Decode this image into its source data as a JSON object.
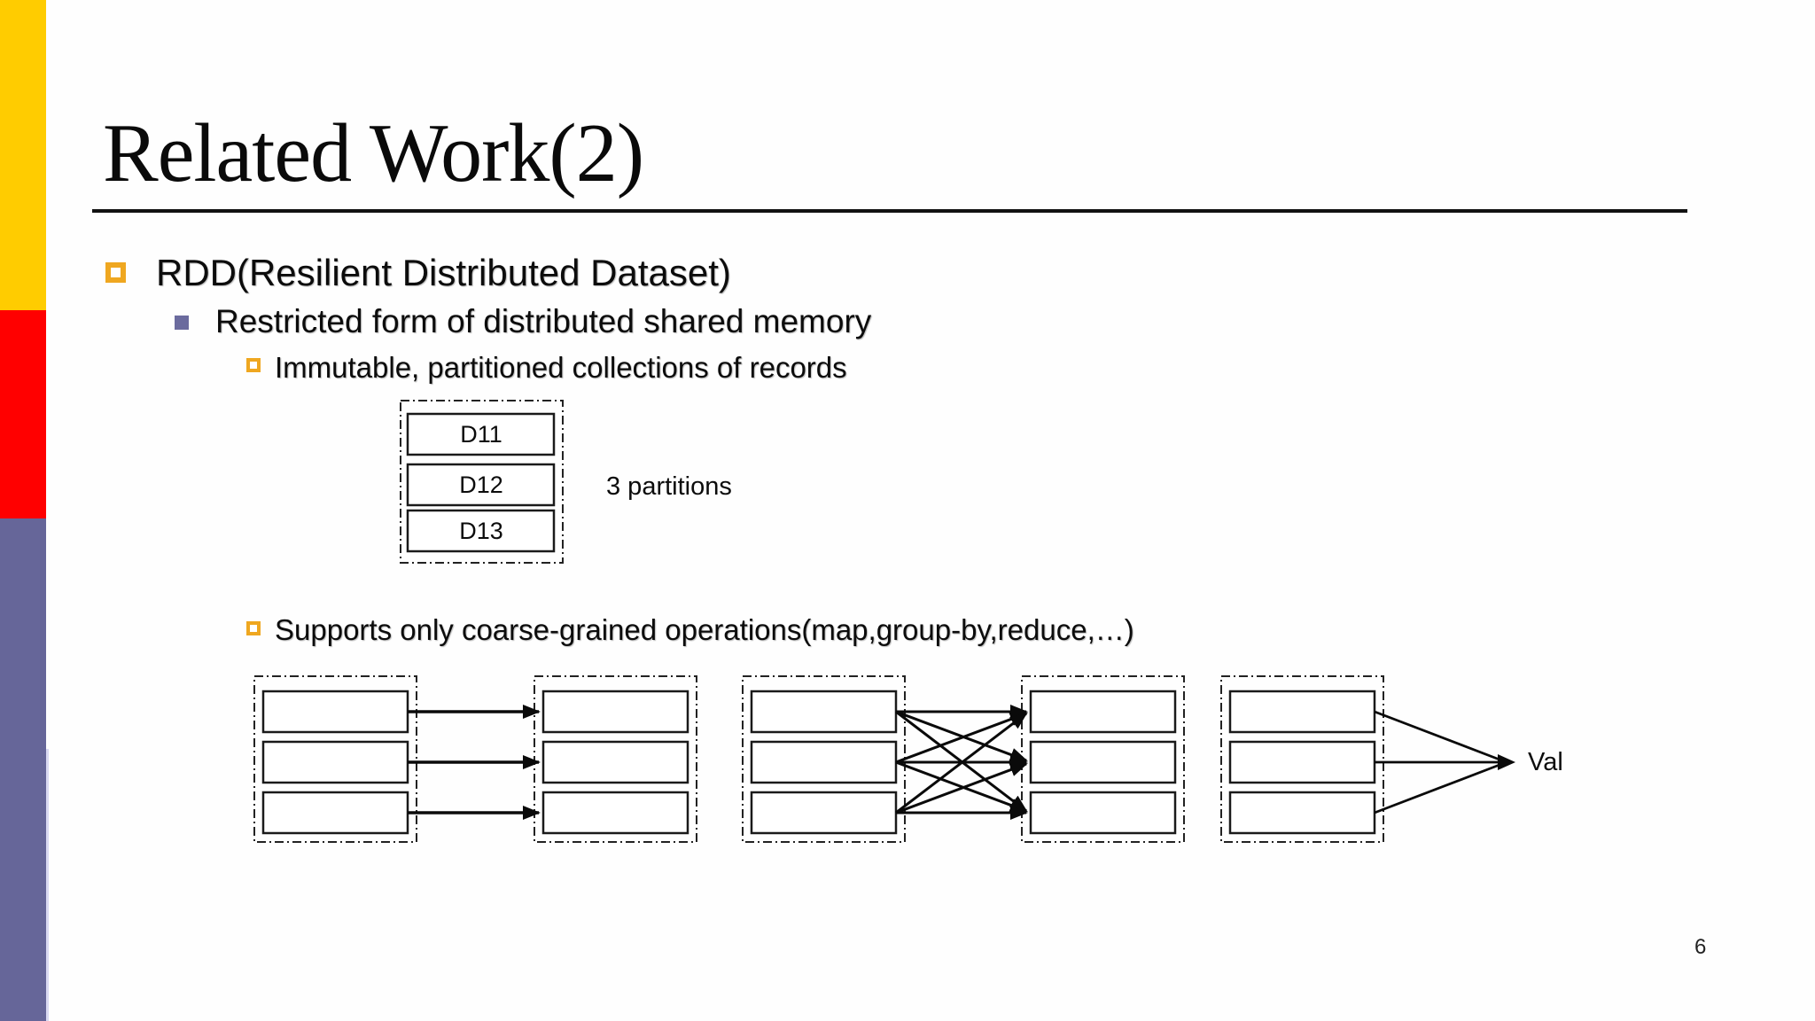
{
  "slide": {
    "title": "Related Work(2)",
    "page_number": "6"
  },
  "content": {
    "bullet_rdd": "RDD(Resilient Distributed Dataset)",
    "bullet_restricted": "Restricted form of distributed shared memory",
    "bullet_immutable": "Immutable, partitioned collections of records",
    "bullet_supports": "Supports only coarse-grained operations(map,group-by,reduce,…)"
  },
  "partition_diagram": {
    "boxes": [
      "D11",
      "D12",
      "D13"
    ],
    "label": "3 partitions"
  },
  "operations_diagram": {
    "group_count": 5,
    "boxes_per_group": 3,
    "arrow_patterns": [
      "one-to-one",
      "all-to-all",
      "converge"
    ],
    "result_label": "Val"
  },
  "colors": {
    "accent_yellow": "#FFCC00",
    "accent_red": "#FF0000",
    "accent_purple": "#666699",
    "bullet_orange": "#EFA720",
    "bullet_purple": "#6B6B9E"
  }
}
